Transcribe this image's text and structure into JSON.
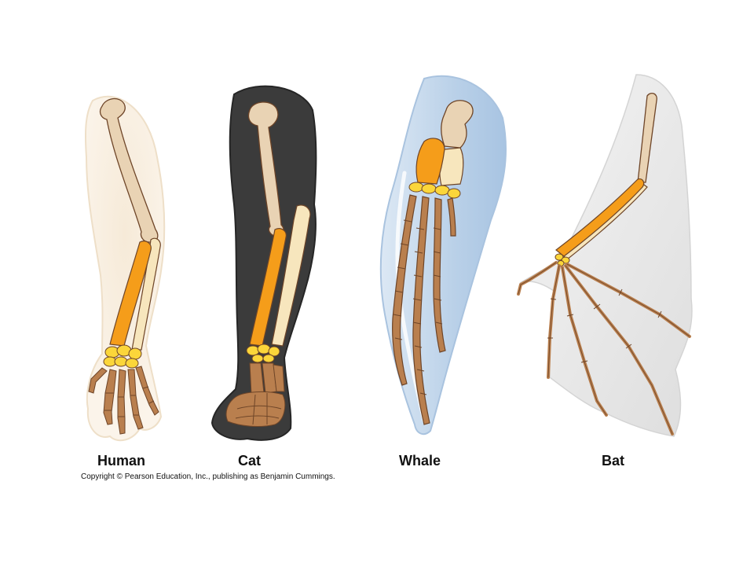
{
  "labels": {
    "human": "Human",
    "cat": "Cat",
    "whale": "Whale",
    "bat": "Bat"
  },
  "copyright": "Copyright © Pearson Education, Inc., publishing as Benjamin Cummings.",
  "colors": {
    "humerus": "#e9d3b4",
    "radius": "#f7e6bd",
    "ulna": "#f59d1a",
    "carpals": "#fbd63a",
    "digits": "#b97f4e",
    "bone_outline": "#6e4528",
    "human_skin": "#f4e8d6",
    "cat_fur": "#3b3b3b",
    "whale_flipper": "#c6d9ec",
    "bat_membrane": "#e8e8e8"
  }
}
